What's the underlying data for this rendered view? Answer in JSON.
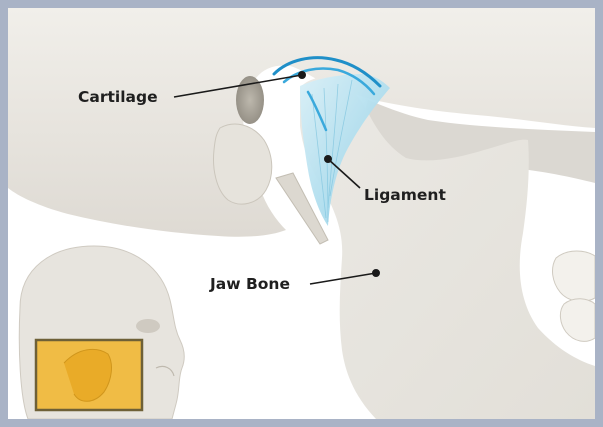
{
  "labels": {
    "cartilage": "Cartilage",
    "ligament": "Ligament",
    "jaw_bone": "Jaw Bone"
  },
  "colors": {
    "frame": "#a9b3c6",
    "bone": "#e9e7e2",
    "bone_shadow": "#cfcbc3",
    "cartilage_blue": "#3aa9dc",
    "ligament_blue": "#9fd6ea",
    "inset_gold": "#f2b62b"
  }
}
